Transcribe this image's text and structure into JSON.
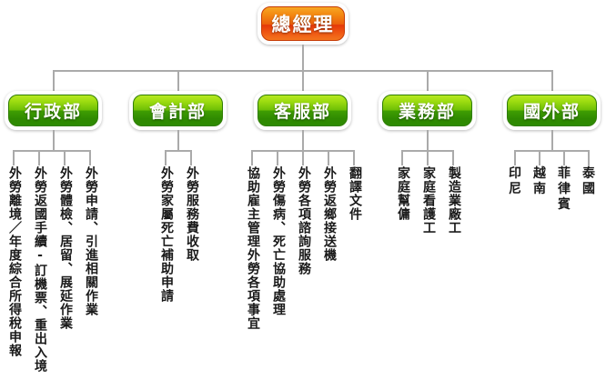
{
  "colors": {
    "background": "#ffffff",
    "connector": "#aaaaaa",
    "root_accent": "#ec5f0c",
    "dept_accent": "#6fc007",
    "node_text": "#ffffff",
    "leaf_text": "#1a1a1a"
  },
  "root": {
    "label": "總經理"
  },
  "departments": [
    {
      "label": "行政部",
      "items": [
        "外勞離境／年度綜合所得稅申報",
        "外勞返國手續-訂機票、重出入境",
        "外勞體檢、居留、展延作業",
        "外勞申請、引進相關作業"
      ]
    },
    {
      "label": "會計部",
      "items": [
        "外勞家屬死亡補助申請",
        "外勞服務費收取"
      ]
    },
    {
      "label": "客服部",
      "items": [
        "協助雇主管理外勞各項事宜",
        "外勞傷病、死亡協助處理",
        "外勞各項諮詢服務",
        "外勞返鄉接送機",
        "翻譯文件"
      ]
    },
    {
      "label": "業務部",
      "items": [
        "家庭幫傭",
        "家庭看護工",
        "製造業廠工"
      ]
    },
    {
      "label": "國外部",
      "items": [
        "印尼",
        "越南",
        "菲律賓",
        "泰國"
      ]
    }
  ]
}
